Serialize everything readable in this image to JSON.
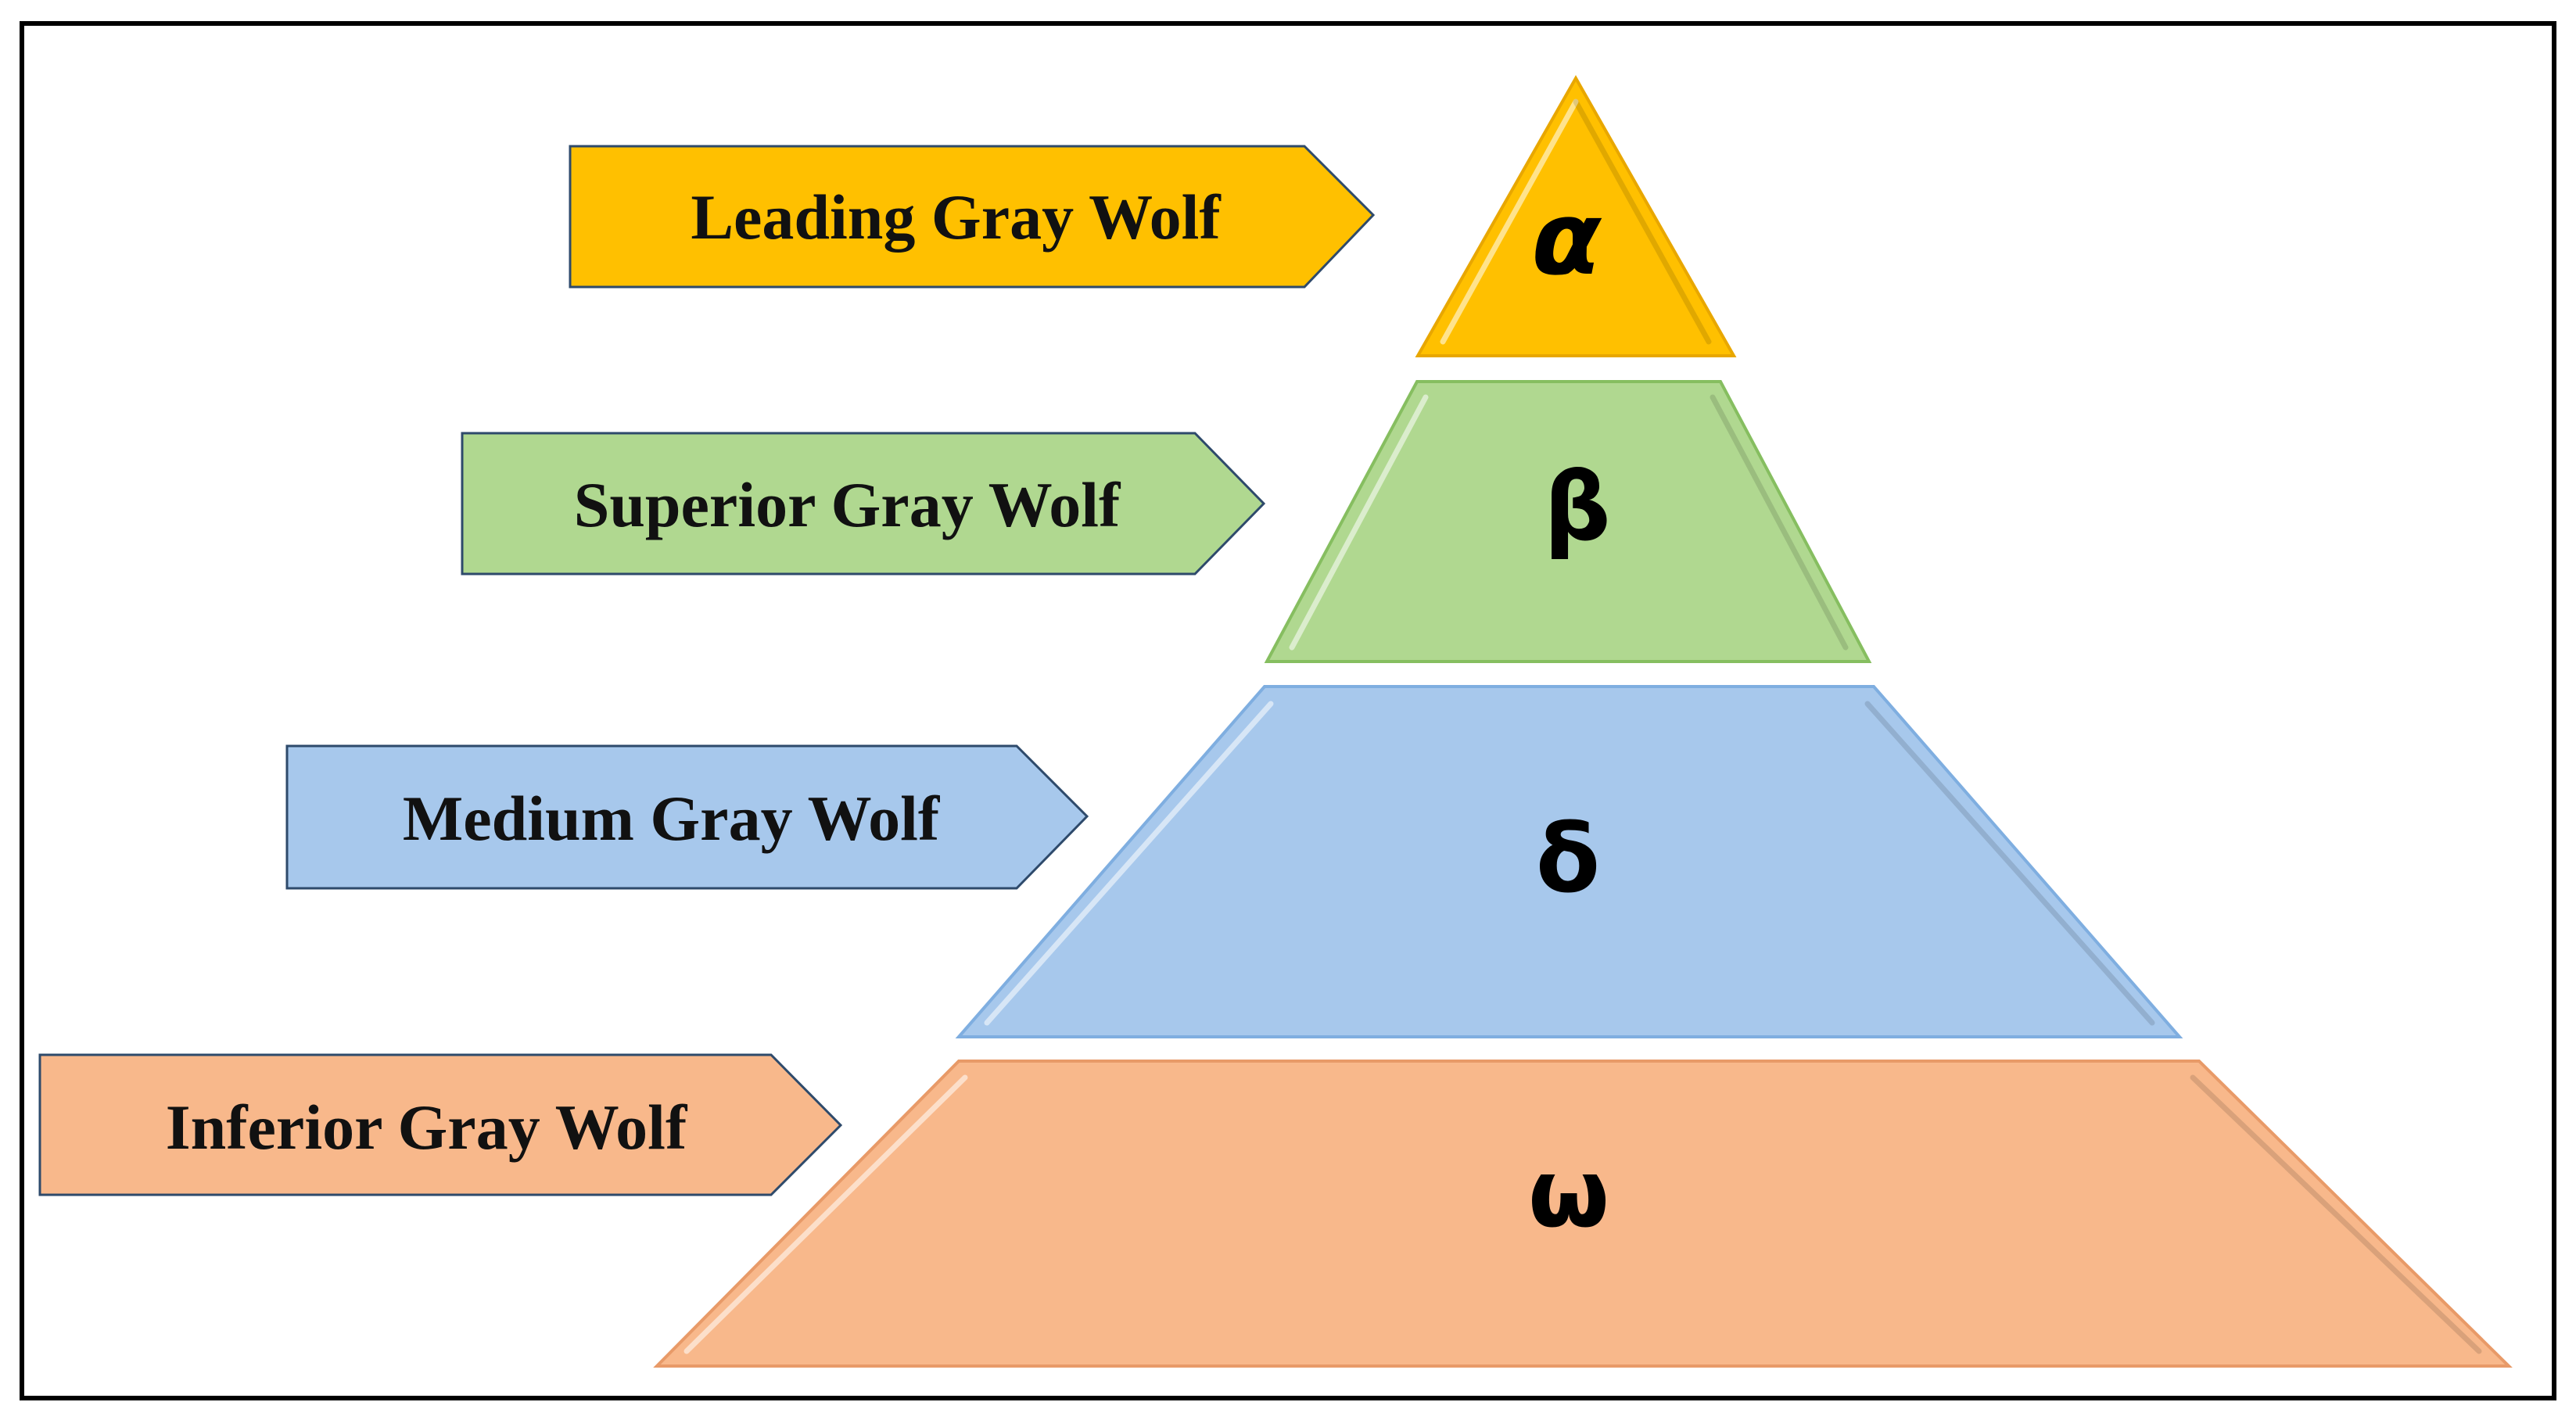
{
  "levels": [
    {
      "key": "alpha",
      "symbol": "α",
      "label": "Leading Gray Wolf",
      "fill": "#FFC000",
      "stroke": "#E8A700",
      "arrow_stroke": "#2E4A6B"
    },
    {
      "key": "beta",
      "symbol": "β",
      "label": "Superior Gray Wolf",
      "fill": "#B0D890",
      "stroke": "#86BE60",
      "arrow_stroke": "#2E4A6B"
    },
    {
      "key": "delta",
      "symbol": "δ",
      "label": "Medium Gray Wolf",
      "fill": "#A7C8EC",
      "stroke": "#7FAEE0",
      "arrow_stroke": "#2E4A6B"
    },
    {
      "key": "omega",
      "symbol": "ω",
      "label": "Inferior Gray Wolf",
      "fill": "#F8B88B",
      "stroke": "#E89A68",
      "arrow_stroke": "#2E4A6B"
    }
  ]
}
